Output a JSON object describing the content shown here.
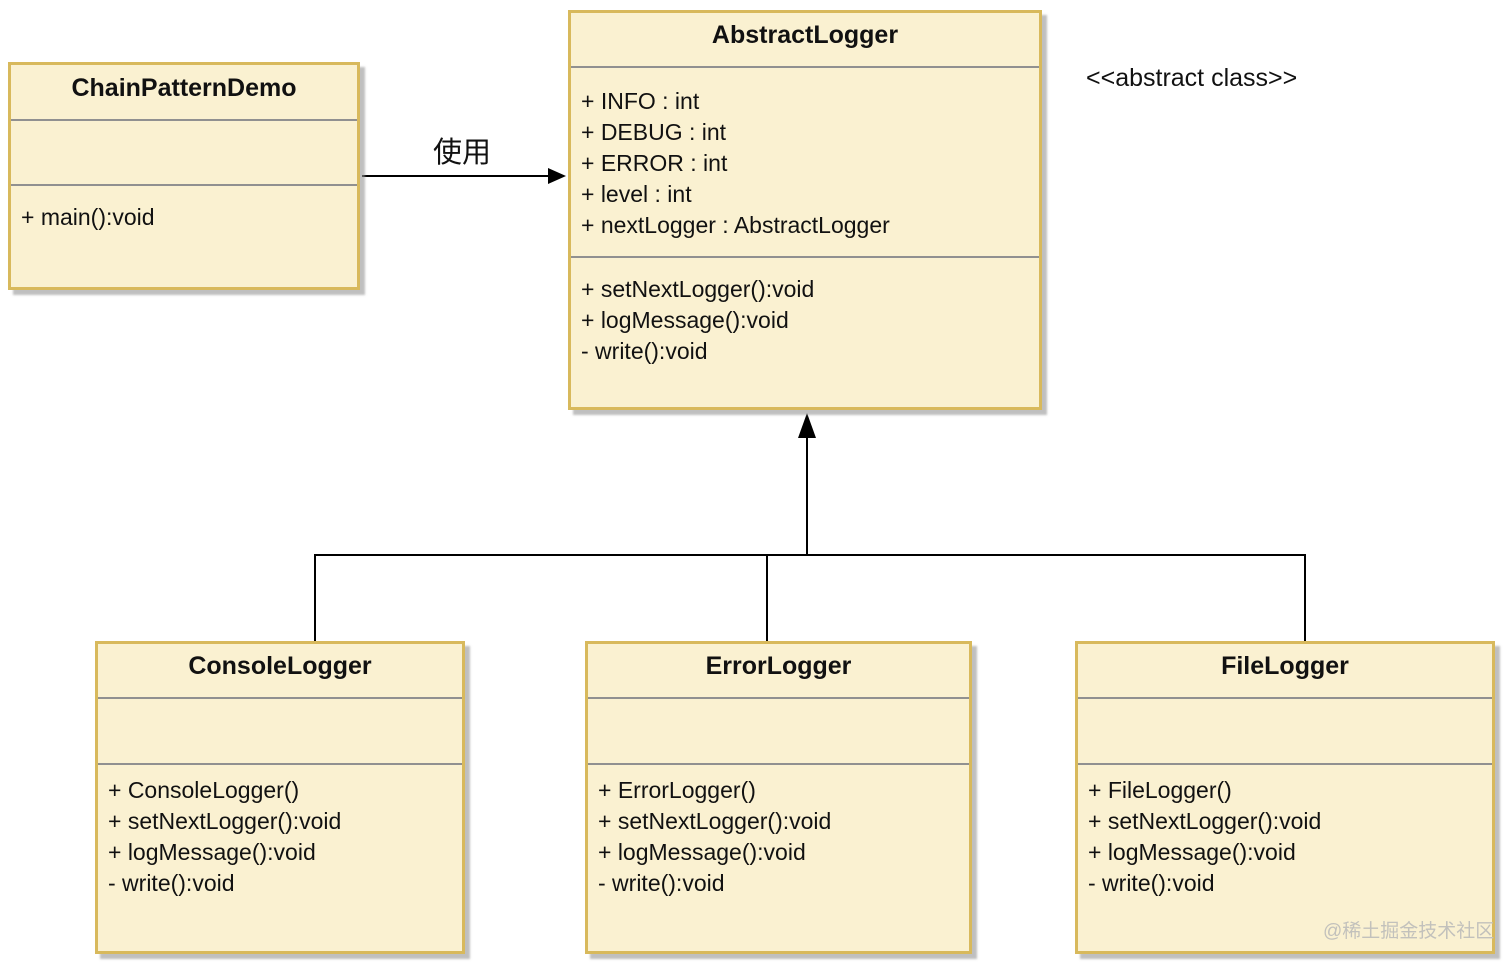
{
  "classes": {
    "chain_pattern_demo": {
      "title": "ChainPatternDemo",
      "attributes": [],
      "methods": [
        "+ main():void"
      ]
    },
    "abstract_logger": {
      "title": "AbstractLogger",
      "stereotype": "<<abstract class>>",
      "attributes": [
        "+ INFO : int",
        "+ DEBUG : int",
        "+ ERROR : int",
        "+ level : int",
        "+ nextLogger : AbstractLogger"
      ],
      "methods": [
        "+ setNextLogger():void",
        "+ logMessage():void",
        "- write():void"
      ]
    },
    "console_logger": {
      "title": "ConsoleLogger",
      "attributes": [],
      "methods": [
        "+ ConsoleLogger()",
        "+ setNextLogger():void",
        "+ logMessage():void",
        "- write():void"
      ]
    },
    "error_logger": {
      "title": "ErrorLogger",
      "attributes": [],
      "methods": [
        "+ ErrorLogger()",
        "+ setNextLogger():void",
        "+ logMessage():void",
        "- write():void"
      ]
    },
    "file_logger": {
      "title": "FileLogger",
      "attributes": [],
      "methods": [
        "+ FileLogger()",
        "+ setNextLogger():void",
        "+ logMessage():void",
        "- write():void"
      ]
    }
  },
  "relations": {
    "use_label": "使用"
  },
  "watermark": "@稀土掘金技术社区",
  "colors": {
    "box_fill": "#FAF1D1",
    "box_border": "#D8B95C",
    "separator": "#909090",
    "connector": "#000000",
    "watermark_text": "#C2C1BC"
  }
}
